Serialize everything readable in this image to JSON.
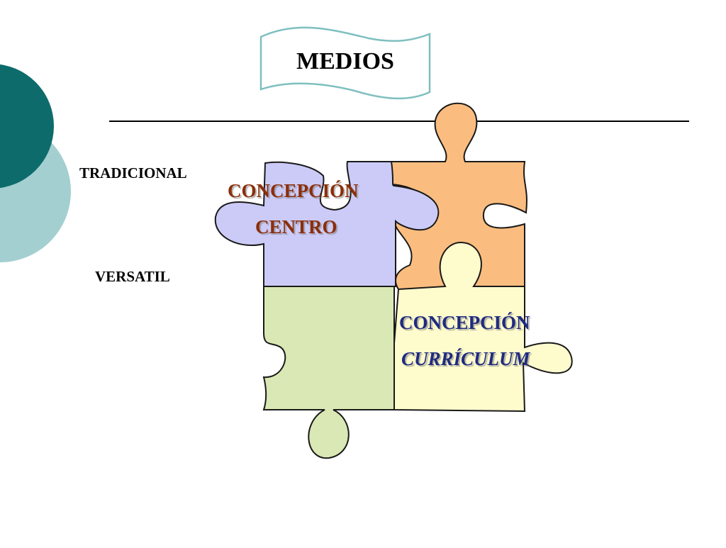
{
  "title": "MEDIOS",
  "labels": {
    "tradicional": "TRADICIONAL",
    "versatil": "VERSATIL"
  },
  "pieces": {
    "purple": {
      "line1": "CONCEPCIÓN",
      "line2": "CENTRO"
    },
    "yellow": {
      "line1": "CONCEPCIÓN",
      "line2": "CURRÍCULUM"
    }
  },
  "colors": {
    "dark_teal": "#0e6b6b",
    "light_teal": "#a4cfd0",
    "purple_piece": "#cccbf7",
    "orange_piece": "#fbbd7f",
    "green_piece": "#d9e8b4",
    "yellow_piece": "#fefbcd",
    "banner_stroke": "#7fbfc0",
    "text_brown": "#8b2e0a",
    "text_navy": "#1f2b80"
  },
  "icons": [
    "banner-shape",
    "puzzle-piece"
  ]
}
